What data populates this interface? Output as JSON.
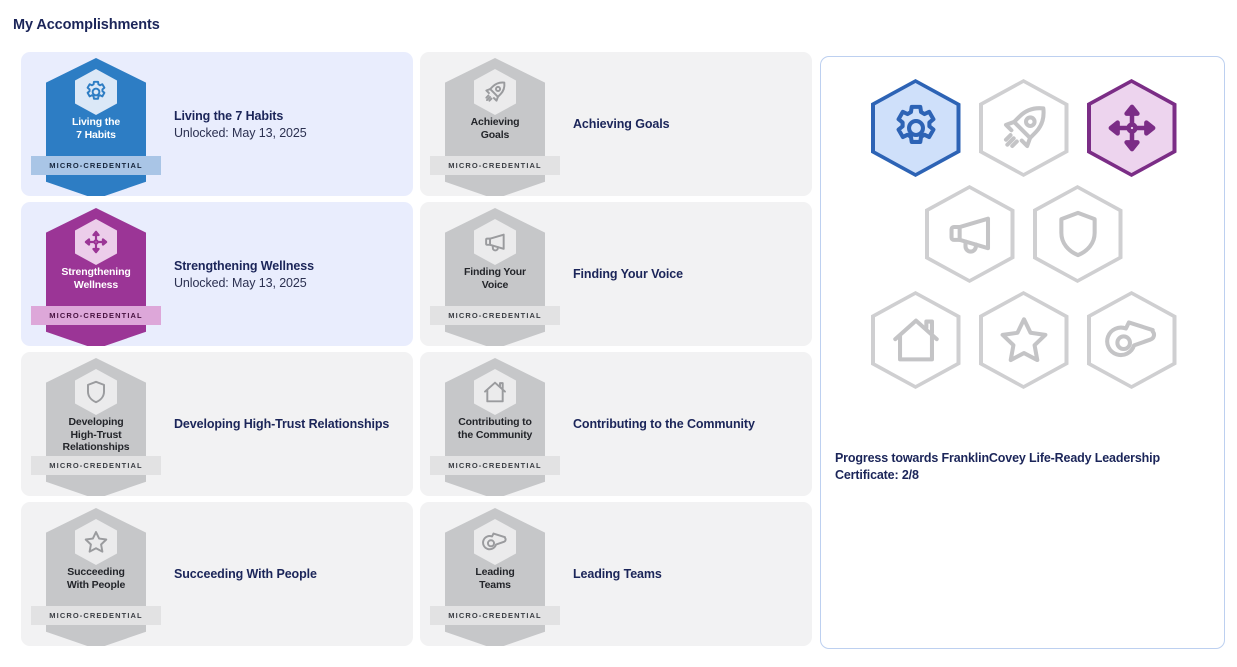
{
  "page_title": "My Accomplishments",
  "band_label": "MICRO-CREDENTIAL",
  "colors": {
    "unlocked_blue": "#2d7dc4",
    "unlocked_purple": "#9b3596",
    "locked_grey": "#c6c7c9",
    "card_unlocked_bg": "#e9edfd",
    "card_locked_bg": "#f2f2f3",
    "panel_border": "#bdd0f0",
    "title_navy": "#1b2559"
  },
  "columns": {
    "left": [
      {
        "badge_title": "Living the\n7 Habits",
        "name": "Living the 7 Habits",
        "status": "Unlocked: May 13, 2025",
        "state": "unlocked",
        "theme": "blue",
        "icon": "gear-icon"
      },
      {
        "badge_title": "Strengthening\nWellness",
        "name": "Strengthening Wellness",
        "status": "Unlocked: May 13, 2025",
        "state": "unlocked",
        "theme": "purple",
        "icon": "four-arrows-icon"
      },
      {
        "badge_title": "Developing\nHigh-Trust\nRelationships",
        "name": "Developing High-Trust Relationships",
        "status": "",
        "state": "locked",
        "theme": "grey",
        "icon": "shield-icon"
      },
      {
        "badge_title": "Succeeding\nWith People",
        "name": "Succeeding With People",
        "status": "",
        "state": "locked",
        "theme": "grey",
        "icon": "star-icon"
      }
    ],
    "mid": [
      {
        "badge_title": "Achieving\nGoals",
        "name": "Achieving Goals",
        "status": "",
        "state": "locked",
        "theme": "grey",
        "icon": "rocket-icon"
      },
      {
        "badge_title": "Finding Your\nVoice",
        "name": "Finding Your Voice",
        "status": "",
        "state": "locked",
        "theme": "grey",
        "icon": "megaphone-icon"
      },
      {
        "badge_title": "Contributing to\nthe Community",
        "name": "Contributing to the Community",
        "status": "",
        "state": "locked",
        "theme": "grey",
        "icon": "house-icon"
      },
      {
        "badge_title": "Leading\nTeams",
        "name": "Leading Teams",
        "status": "",
        "state": "locked",
        "theme": "grey",
        "icon": "whistle-icon"
      }
    ]
  },
  "progress_panel": {
    "hex_rows": [
      [
        {
          "icon": "gear-icon",
          "state": "earned",
          "theme": "blue"
        },
        {
          "icon": "rocket-icon",
          "state": "locked",
          "theme": "grey"
        },
        {
          "icon": "four-arrows-icon",
          "state": "earned",
          "theme": "purple"
        }
      ],
      [
        {
          "icon": "megaphone-icon",
          "state": "locked",
          "theme": "grey"
        },
        {
          "icon": "shield-icon",
          "state": "locked",
          "theme": "grey"
        }
      ],
      [
        {
          "icon": "house-icon",
          "state": "locked",
          "theme": "grey"
        },
        {
          "icon": "star-icon",
          "state": "locked",
          "theme": "grey"
        },
        {
          "icon": "whistle-icon",
          "state": "locked",
          "theme": "grey"
        }
      ]
    ],
    "progress_text": "Progress towards FranklinCovey Life-Ready Leadership Certificate: 2/8",
    "earned_count": 2,
    "total_count": 8
  }
}
